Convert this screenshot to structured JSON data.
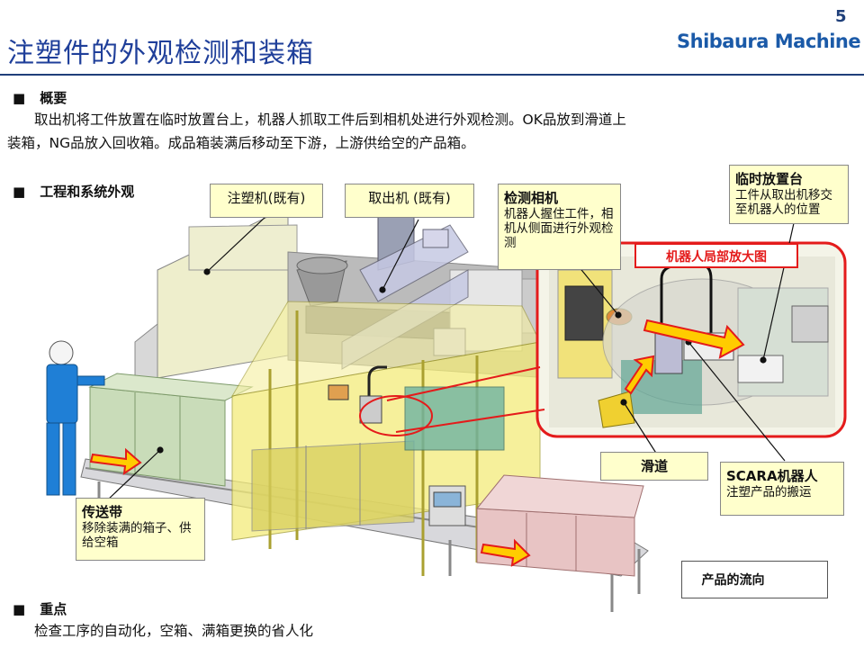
{
  "header": {
    "page_number": "5",
    "title": "注塑件的外观检测和装箱",
    "brand": "Shibaura Machine"
  },
  "overview": {
    "heading": "概要",
    "bullet": "■",
    "line1": "取出机将工件放置在临时放置台上，机器人抓取工件后到相机处进行外观检测。OK品放到滑道上",
    "line2": "装箱，NG品放入回收箱。成品箱装满后移动至下游，上游供给空的产品箱。"
  },
  "system": {
    "heading": "工程和系统外观",
    "bullet": "■"
  },
  "callouts": {
    "injection_machine": "注塑机(既有)",
    "take_out": "取出机 (既有)",
    "camera_title": "检测相机",
    "camera_desc": "机器人握住工件，相机从侧面进行外观检测",
    "temp_table_title": "临时放置台",
    "temp_table_desc": "工件从取出机移交至机器人的位置",
    "zoom_label": "机器人局部放大图",
    "chute": "滑道",
    "scara_title": "SCARA机器人",
    "scara_desc": "注塑产品的搬运",
    "conveyor_title": "传送带",
    "conveyor_desc": "移除装满的箱子、供给空箱"
  },
  "legend": {
    "label": "产品的流向"
  },
  "keypoint": {
    "heading": "重点",
    "bullet": "■",
    "text": "检查工序的自动化，空箱、满箱更换的省人化"
  },
  "colors": {
    "title_blue": "#1f3f9a",
    "brand_blue": "#1b5aa8",
    "callout_fill": "#ffffcc",
    "accent_red": "#e41b1b",
    "arrow_orange": "#ffcc00"
  }
}
